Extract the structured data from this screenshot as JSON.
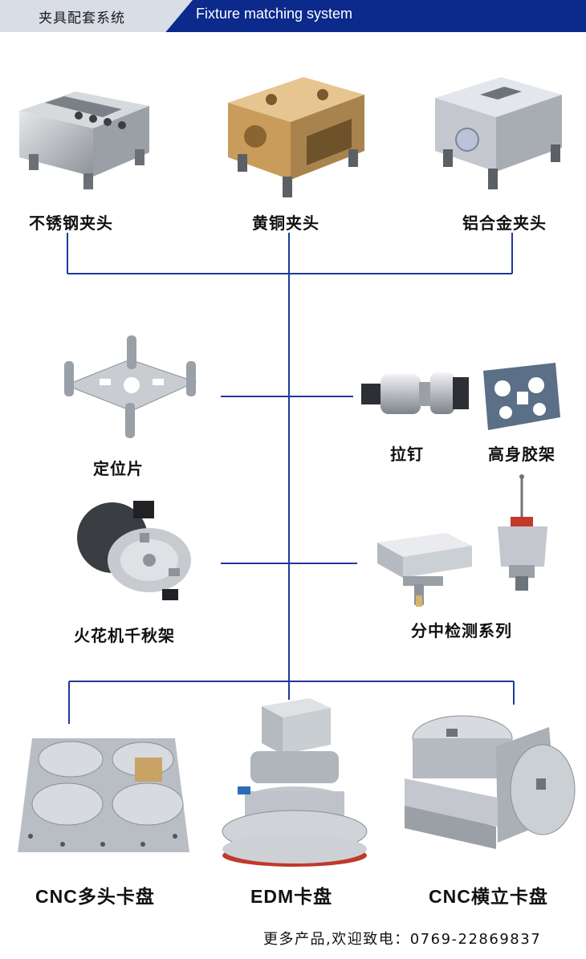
{
  "header": {
    "title_cn": "夹具配套系统",
    "title_en": "Fixture matching system"
  },
  "products": {
    "stainless_chuck": "不锈钢夹头",
    "brass_chuck": "黄铜夹头",
    "aluminum_chuck": "铝合金夹头",
    "positioning_plate": "定位片",
    "pull_stud": "拉钉",
    "riser_frame": "高身胶架",
    "edm_swing_frame": "火花机千秋架",
    "centering_probe_series": "分中检测系列",
    "cnc_multi_chuck": "CNC多头卡盘",
    "edm_chuck": "EDM卡盘",
    "cnc_horizontal_vertical_chuck": "CNC横立卡盘"
  },
  "footer": {
    "contact": "更多产品,欢迎致电：0769-22869837"
  },
  "colors": {
    "banner_blue": "#0b2a8c",
    "banner_grey": "#d9dde6",
    "line_blue": "#1e3a9a"
  }
}
